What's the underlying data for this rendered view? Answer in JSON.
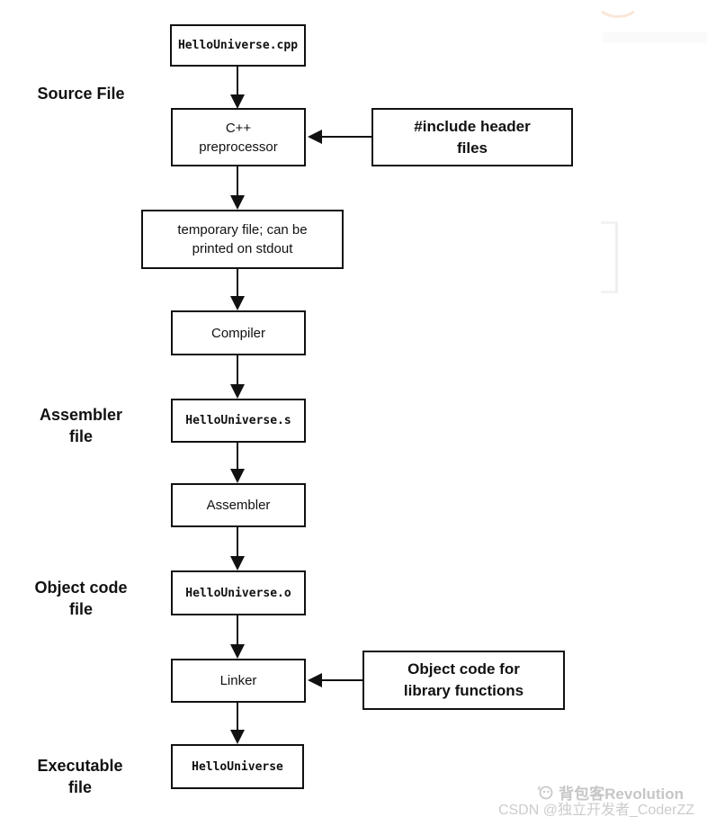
{
  "diagram": {
    "title_semantic": "C++ build pipeline flowchart",
    "side_labels": {
      "source": "Source File",
      "assembler": "Assembler\nfile",
      "object_code": "Object code\nfile",
      "executable": "Executable\nfile"
    },
    "nodes": {
      "source_file": "HelloUniverse.cpp",
      "preprocessor": "C++\npreprocessor",
      "include_headers": "#include header\nfiles",
      "temp_file": "temporary file; can be\nprinted on stdout",
      "compiler": "Compiler",
      "assembly_file": "HelloUniverse.s",
      "assembler": "Assembler",
      "object_file": "HelloUniverse.o",
      "linker": "Linker",
      "object_library": "Object code for\nlibrary functions",
      "executable_file": "HelloUniverse"
    },
    "line_color": "#111111",
    "box_background": "#ffffff"
  },
  "watermark": {
    "line1": "背包客Revolution",
    "line2": "CSDN @独立开发者_CoderZZ",
    "color": "#c9c9c9"
  }
}
